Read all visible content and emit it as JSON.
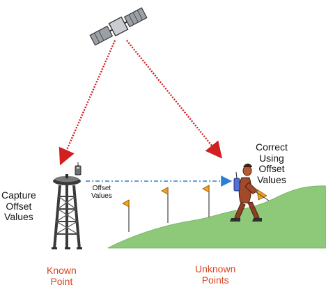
{
  "labels": {
    "capture": [
      "Capture",
      "Offset",
      "Values"
    ],
    "offset": [
      "Offset",
      "Values"
    ],
    "correct": [
      "Correct",
      "Using",
      "Offset",
      "Values"
    ],
    "known": [
      "Known",
      "Point"
    ],
    "unknown": [
      "Unknown",
      "Points"
    ]
  },
  "colors": {
    "signal_arrow": "#d21f1f",
    "offset_arrow": "#2d7fd6",
    "terrain": "#8ec97a",
    "flag": "#f3a023",
    "pole": "#444444",
    "surveyor": "#a04a2a",
    "label_red": "#d8431f"
  },
  "icons": [
    "satellite-icon",
    "tripod-base-station-icon",
    "radio-antenna-icon",
    "survey-flag-icon",
    "surveyor-person-icon",
    "hill-terrain"
  ]
}
